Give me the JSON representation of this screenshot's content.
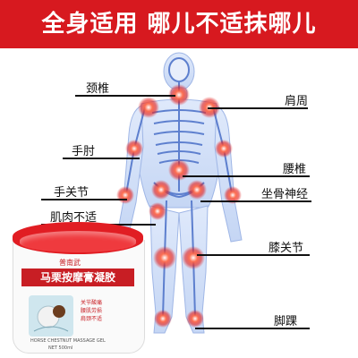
{
  "banner": {
    "title": "全身适用  哪儿不适抹哪儿"
  },
  "labels": {
    "neck": "颈椎",
    "shoulder": "肩周",
    "elbow": "手肘",
    "lumbar": "腰椎",
    "hand": "手关节",
    "sciatic": "坐骨神经",
    "muscle": "肌肉不适",
    "knee": "膝关节",
    "ankle": "脚踝"
  },
  "product": {
    "brand": "普南武",
    "name": "马栗按摩膏凝胶",
    "tags": [
      "关节酸痛",
      "腰肌劳损",
      "肩颈不适"
    ],
    "english": "HORSE CHESTNUT MASSAGE GEL",
    "capacity": "NET 500ml"
  },
  "colors": {
    "banner": "#d7191f",
    "pain_glow": "#ff3a2a",
    "skeleton": "#6f8fd6",
    "jar_lid": "#e11d23"
  }
}
